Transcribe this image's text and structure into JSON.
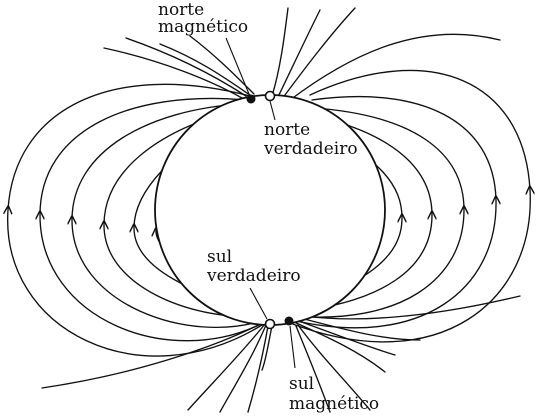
{
  "labels": {
    "north_magnetic": [
      "norte",
      "magnético"
    ],
    "north_true": [
      "norte",
      "verdadeiro"
    ],
    "south_true": [
      "sul",
      "verdadeiro"
    ],
    "south_magnetic": [
      "sul",
      "magnético"
    ]
  },
  "colors": {
    "ink": "#111111",
    "paper": "#ffffff"
  }
}
